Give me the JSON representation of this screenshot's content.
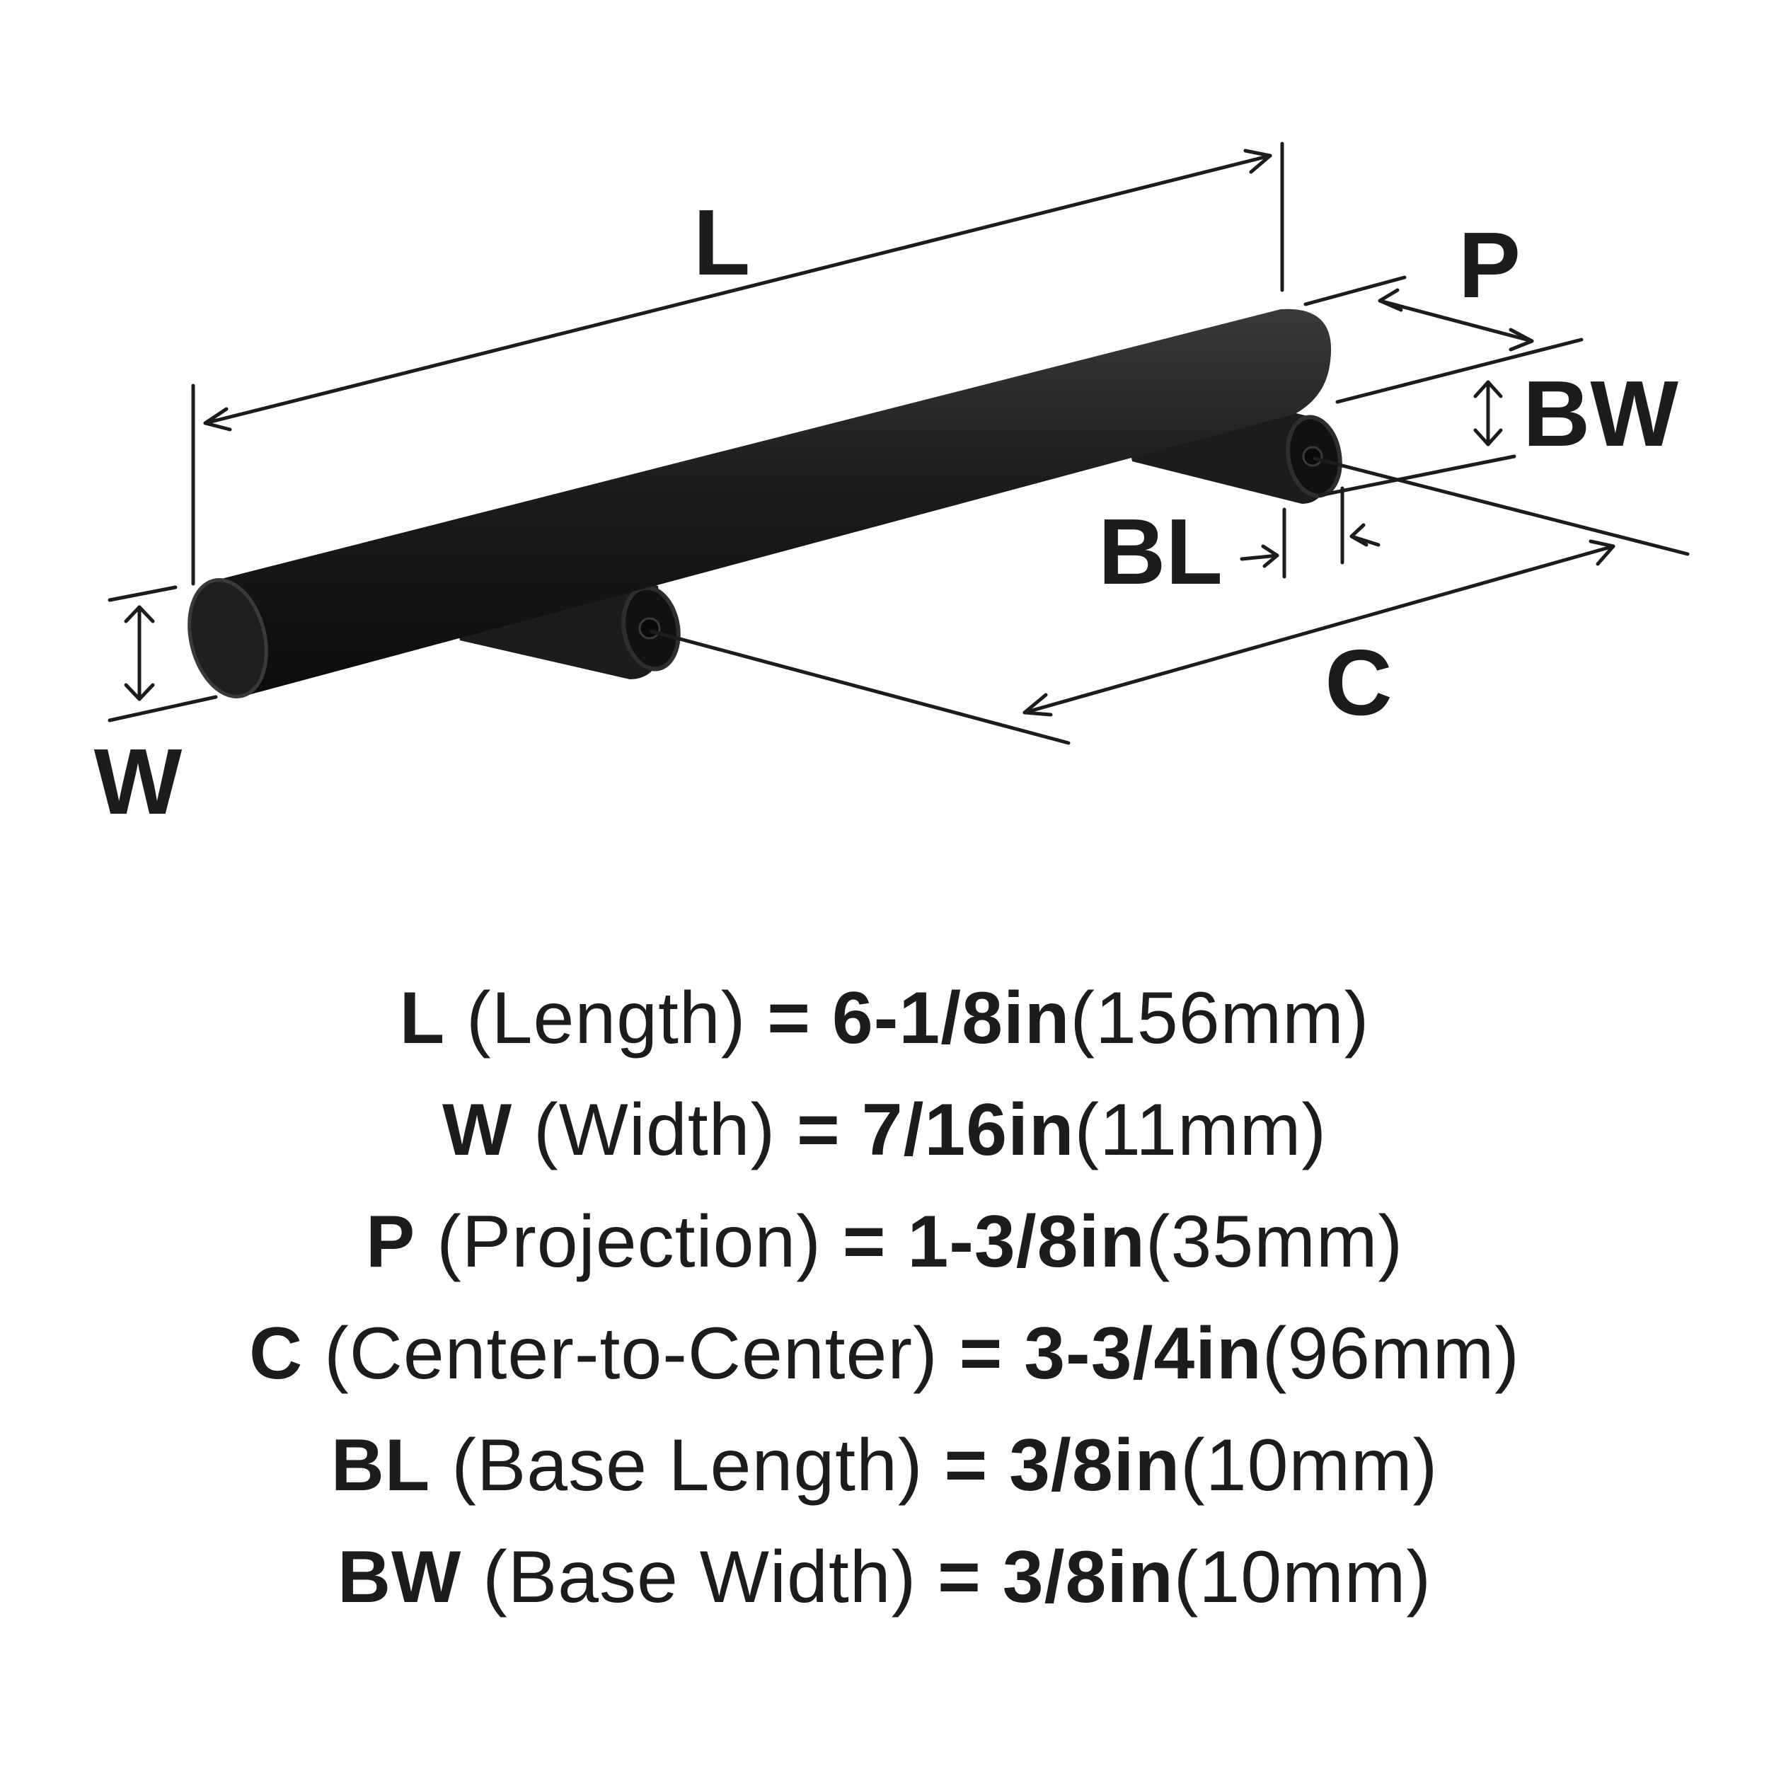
{
  "diagram": {
    "product_color": "#1c1c1c",
    "line_color": "#1c1c1c",
    "background": "#ffffff",
    "labels": {
      "L": "L",
      "P": "P",
      "BW": "BW",
      "BL": "BL",
      "C": "C",
      "W": "W"
    }
  },
  "specs": [
    {
      "key": "L",
      "desc": "(Length)",
      "imperial": "6-1/8in",
      "metric": "(156mm)"
    },
    {
      "key": "W",
      "desc": "(Width)",
      "imperial": "7/16in",
      "metric": "(11mm)"
    },
    {
      "key": "P",
      "desc": "(Projection)",
      "imperial": "1-3/8in",
      "metric": "(35mm)"
    },
    {
      "key": "C",
      "desc": "(Center-to-Center)",
      "imperial": "3-3/4in",
      "metric": "(96mm)"
    },
    {
      "key": "BL",
      "desc": "(Base Length)",
      "imperial": "3/8in",
      "metric": "(10mm)"
    },
    {
      "key": "BW",
      "desc": "(Base Width)",
      "imperial": "3/8in",
      "metric": "(10mm)"
    }
  ],
  "equals_sign": "="
}
